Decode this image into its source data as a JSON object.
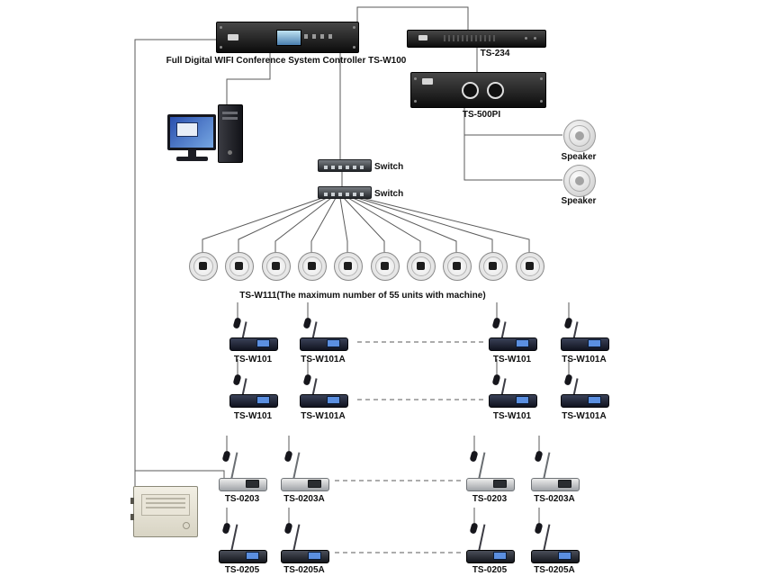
{
  "diagram": {
    "controller": {
      "label": "Full Digital WIFI Conference System Controller TS-W100"
    },
    "rack_ts234": {
      "label": "TS-234"
    },
    "amp": {
      "label": "TS-500PI"
    },
    "speaker1": {
      "label": "Speaker"
    },
    "speaker2": {
      "label": "Speaker"
    },
    "switch1": {
      "label": "Switch"
    },
    "switch2": {
      "label": "Switch"
    },
    "ceiling": {
      "caption": "TS-W111(The maximum number of 55 units with machine)",
      "unit_count": 10
    },
    "mic_rows": [
      {
        "labels": [
          "TS-W101",
          "TS-W101A",
          "TS-W101",
          "TS-W101A"
        ]
      },
      {
        "labels": [
          "TS-W101",
          "TS-W101A",
          "TS-W101",
          "TS-W101A"
        ]
      },
      {
        "labels": [
          "TS-0203",
          "TS-0203A",
          "TS-0203",
          "TS-0203A"
        ]
      },
      {
        "labels": [
          "TS-0205",
          "TS-0205A",
          "TS-0205",
          "TS-0205A"
        ]
      }
    ],
    "colors": {
      "wire": "#5a5a5a",
      "screen_blue": "#5b8fe0",
      "device_dark": "#16161c"
    }
  }
}
